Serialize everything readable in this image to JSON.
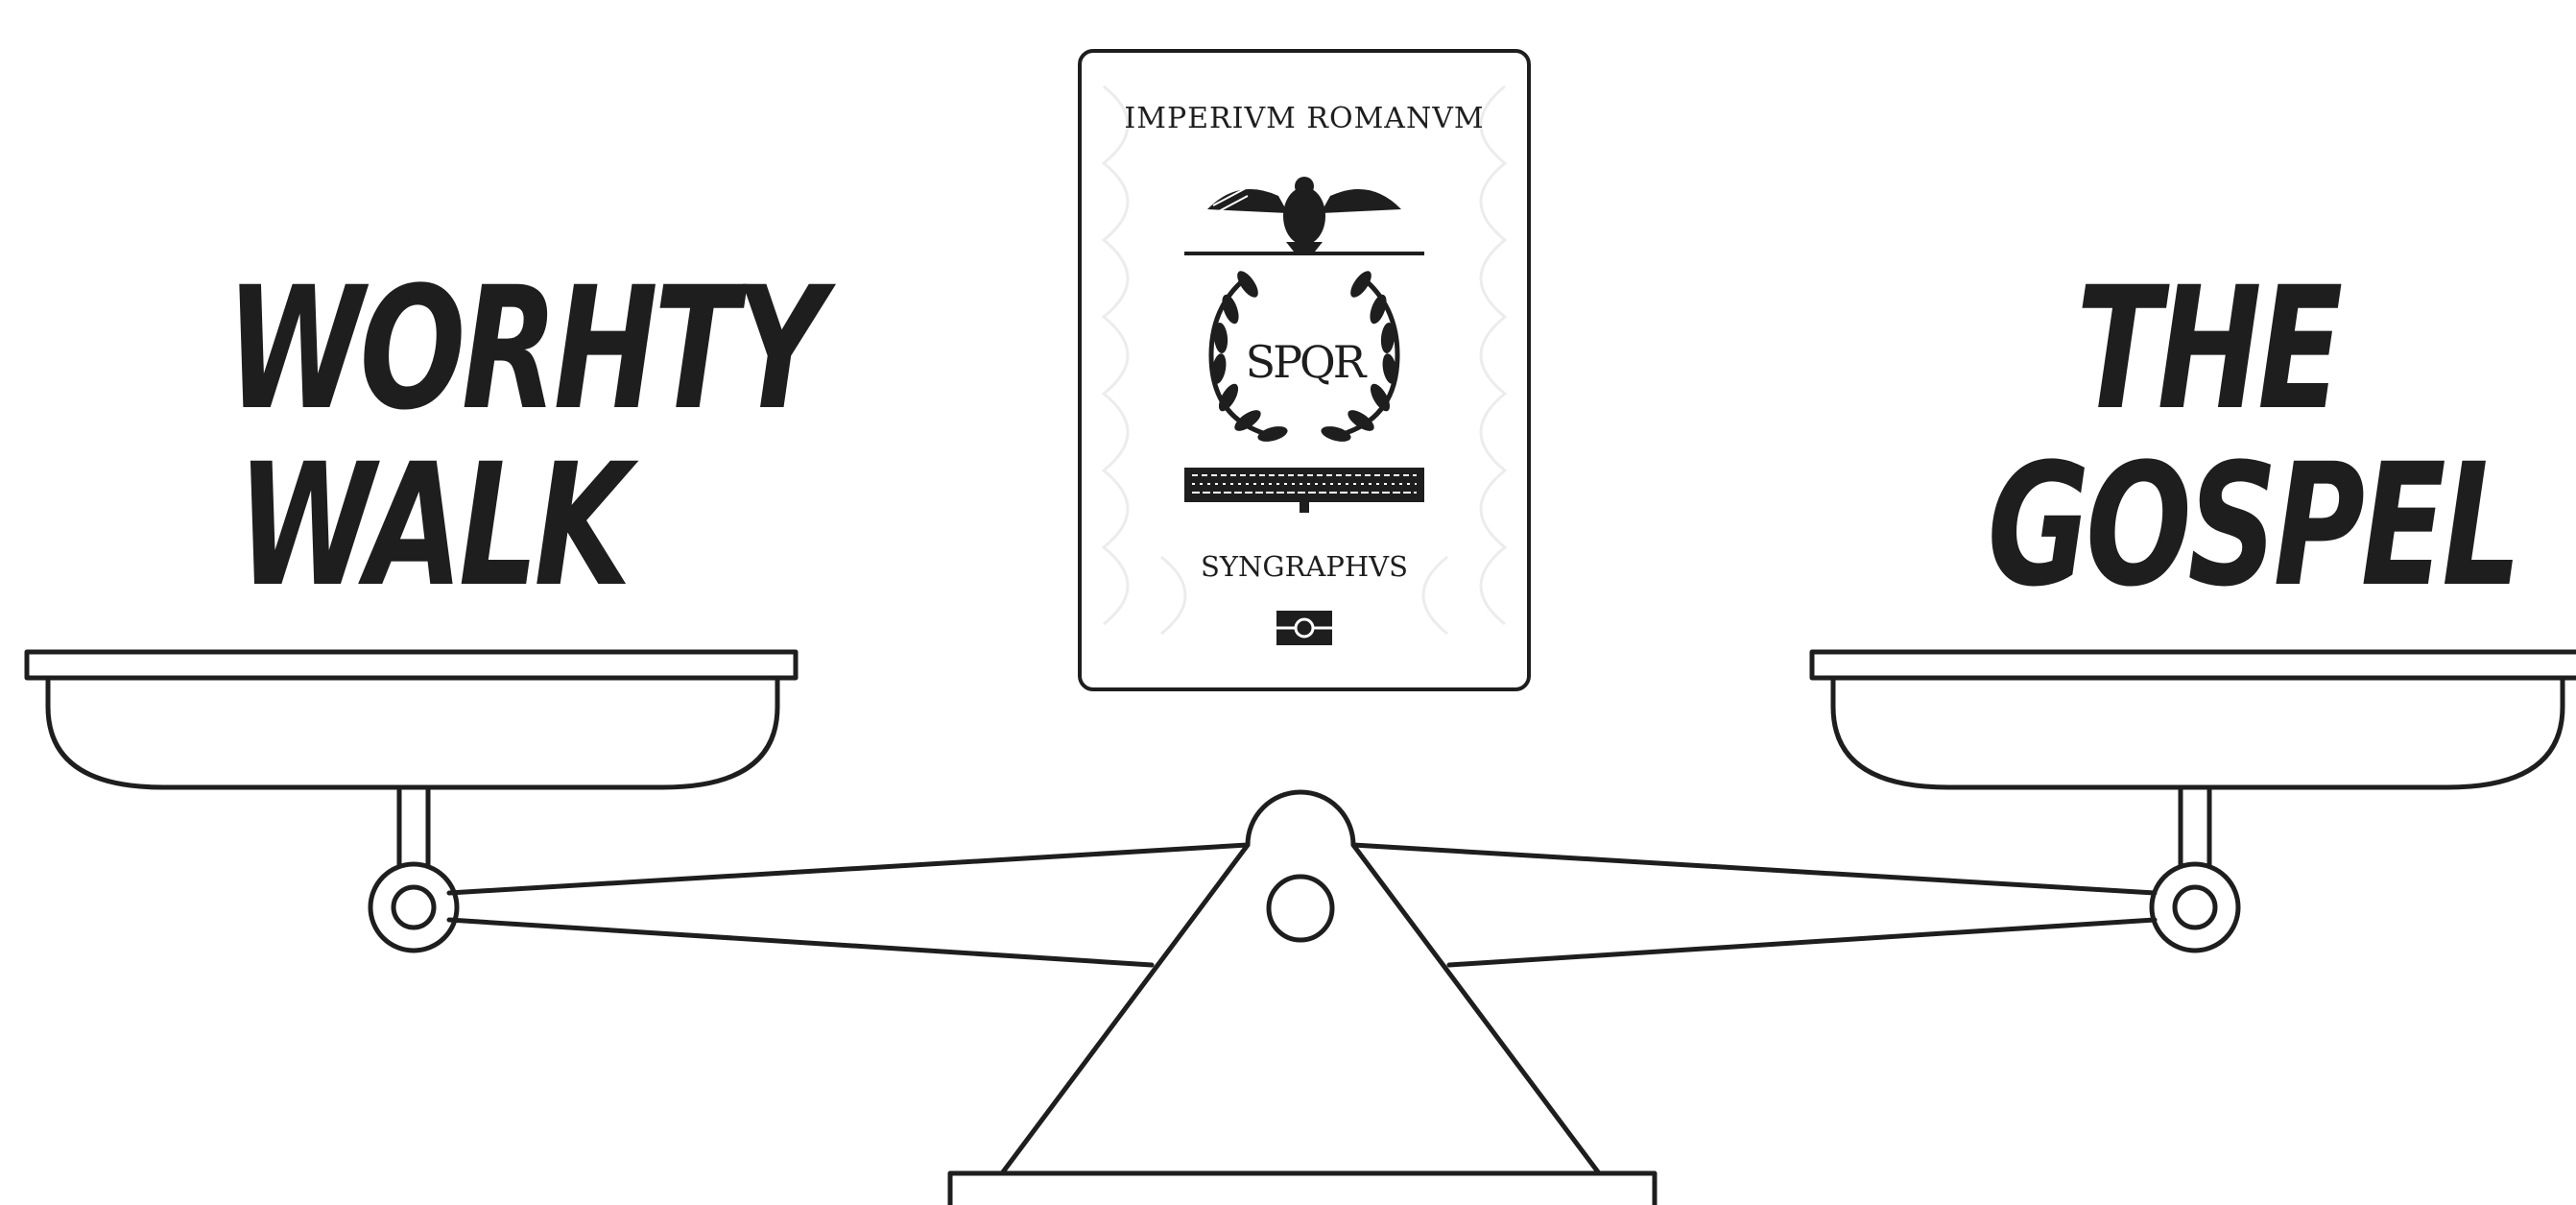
{
  "left_pan": {
    "line1": "WORHTY",
    "line2": "WALK"
  },
  "right_pan": {
    "line1": "THE",
    "line2": "GOSPEL"
  },
  "passport": {
    "header": "IMPERIVM ROMANVM",
    "emblem": "SPQR",
    "footer": "SYNGRAPHVS",
    "icons": [
      "eagle-icon",
      "laurel-wreath-icon",
      "chip-icon"
    ]
  },
  "colors": {
    "ink": "#1e1e1e",
    "background": "#ffffff"
  }
}
